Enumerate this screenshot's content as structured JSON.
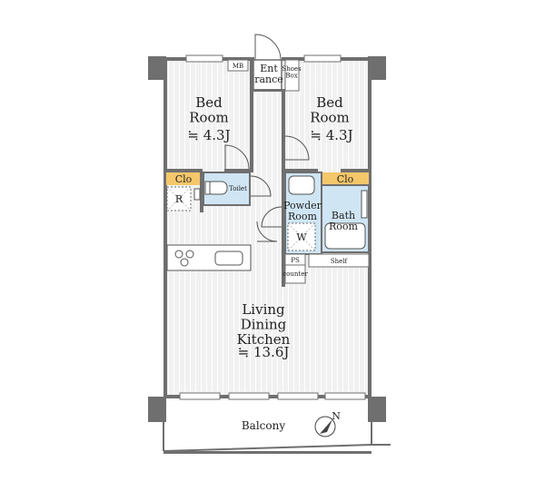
{
  "rooms": {
    "bedroom_left": {
      "name": "Bed\nRoom",
      "size": "≒ 4.3J"
    },
    "bedroom_right": {
      "name": "Bed\nRoom",
      "size": "≒ 4.3J"
    },
    "entrance": {
      "name": "Ent\nrance"
    },
    "ldk": {
      "name": "Living\nDining\nKitchen",
      "size": "≒ 13.6J"
    },
    "powder_room": {
      "name": "Powder\nRoom"
    },
    "bath_room": {
      "name": "Bath\nRoom"
    },
    "toilet": {
      "name": "Toilet"
    },
    "balcony": {
      "name": "Balcony"
    }
  },
  "fixtures": {
    "mb": "MB",
    "shoes_box": "Shoes\nBox",
    "clo_left": "Clo",
    "clo_right": "Clo",
    "refrigerator": "R",
    "washer": "W",
    "ps": "PS",
    "shelf": "Shelf",
    "counter": "counter"
  },
  "compass": {
    "label": "N"
  },
  "colors": {
    "wall": "#6f6f6f",
    "floor": "#f1f1f1",
    "closet": "#f5c76b",
    "wet_area": "#cfe5f4",
    "balcony_floor": "#ffffff"
  }
}
